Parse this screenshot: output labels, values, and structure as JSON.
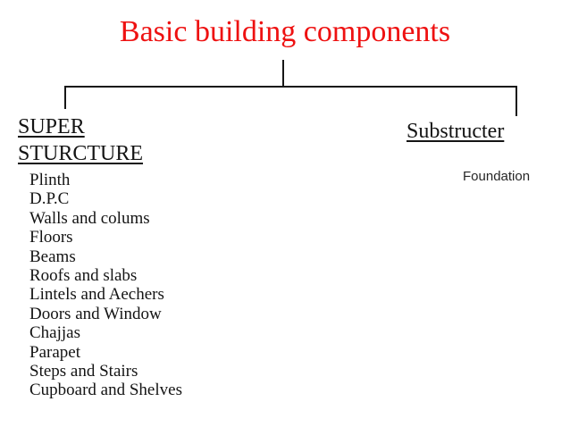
{
  "title": {
    "text": "Basic building components",
    "color": "#ee1111"
  },
  "colors": {
    "line": "#161616",
    "body_text": "#141414"
  },
  "tree": {
    "left": {
      "heading": "SUPER STURCTURE",
      "items": [
        "Plinth",
        "D.P.C",
        "Walls and colums",
        "Floors",
        "Beams",
        "Roofs and slabs",
        "Lintels and Aechers",
        "Doors and Window",
        "Chajjas",
        "Parapet",
        "Steps and Stairs",
        "Cupboard and Shelves"
      ]
    },
    "right": {
      "heading": "Substructer",
      "items": [
        "Foundation"
      ]
    }
  }
}
